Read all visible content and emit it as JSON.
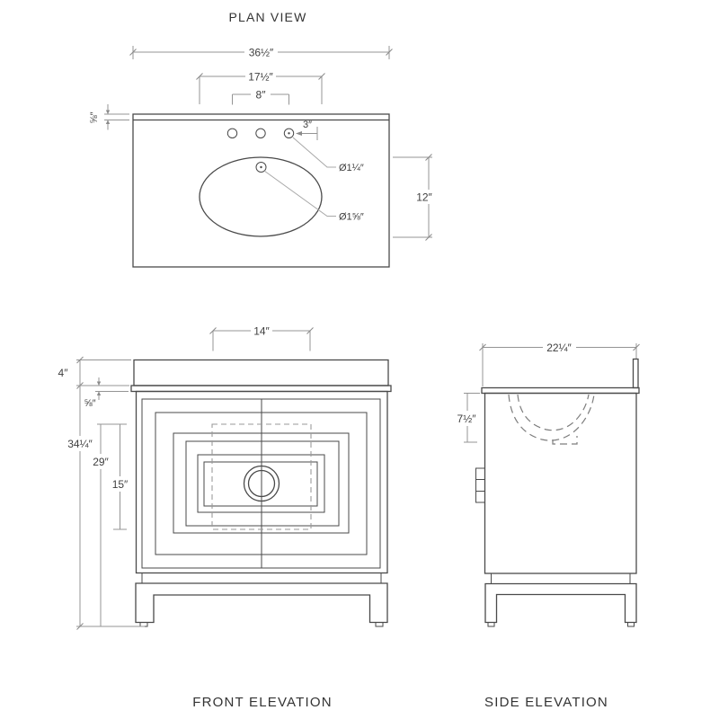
{
  "plan_view": {
    "title": "PLAN VIEW",
    "dim_overall_width": "36½″",
    "dim_sink_width": "17½″",
    "dim_faucet_spacing": "8″",
    "dim_splash_thickness": "⅝″",
    "dim_hole_offset": "3″",
    "label_faucet_hole_dia": "Ø1¼″",
    "label_drain_hole_dia": "Ø1⅝″",
    "dim_sink_front_to_back": "12″"
  },
  "front_elevation": {
    "title": "FRONT ELEVATION",
    "dim_sink_cutout_width": "14″",
    "dim_splash_height": "4″",
    "dim_counter_thickness": "⅝″",
    "dim_overall_height": "34¼″",
    "dim_cabinet_height": "29″",
    "dim_door_panel_height": "15″"
  },
  "side_elevation": {
    "title": "SIDE ELEVATION",
    "dim_overall_depth": "22¼″",
    "dim_bowl_depth": "7½″"
  }
}
